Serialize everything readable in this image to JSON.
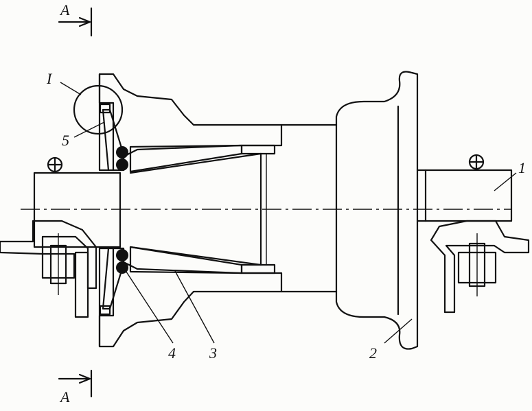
{
  "section": {
    "top_label": "A",
    "bottom_label": "A"
  },
  "callouts": {
    "detail": "I",
    "part_1": "1",
    "part_2": "2",
    "part_3": "3",
    "part_4": "4",
    "part_5": "5"
  }
}
